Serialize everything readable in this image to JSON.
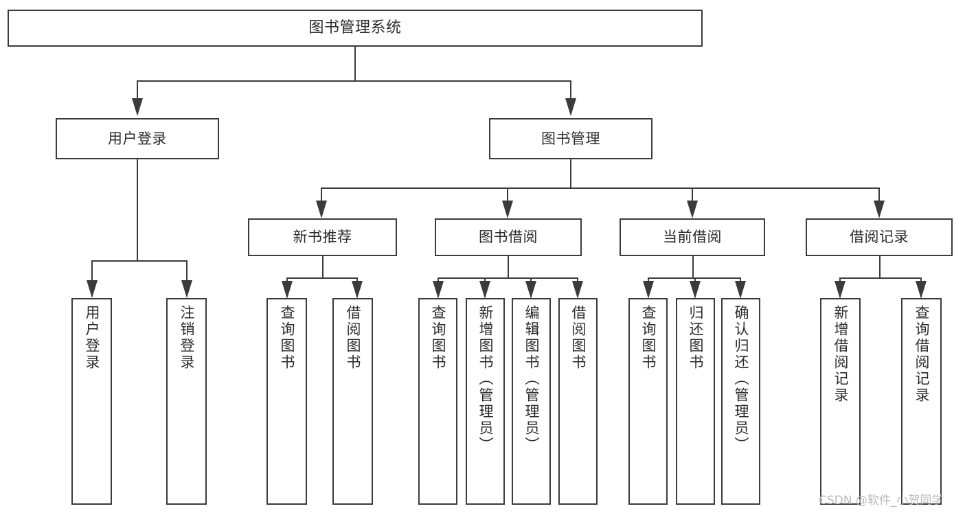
{
  "diagram": {
    "title": "图书管理系统",
    "type": "tree",
    "root": {
      "label": "图书管理系统"
    },
    "level1": [
      {
        "label": "用户登录"
      },
      {
        "label": "图书管理"
      }
    ],
    "level2": [
      {
        "label": "新书推荐"
      },
      {
        "label": "图书借阅"
      },
      {
        "label": "当前借阅"
      },
      {
        "label": "借阅记录"
      }
    ],
    "leaves": {
      "user_login": [
        {
          "label": "用户登录"
        },
        {
          "label": "注销登录"
        }
      ],
      "new_book_recommend": [
        {
          "label": "查询图书"
        },
        {
          "label": "借阅图书"
        }
      ],
      "book_borrow": [
        {
          "label": "查询图书"
        },
        {
          "label": "新增图书（管理员）"
        },
        {
          "label": "编辑图书（管理员）"
        },
        {
          "label": "借阅图书"
        }
      ],
      "current_borrow": [
        {
          "label": "查询图书"
        },
        {
          "label": "归还图书"
        },
        {
          "label": "确认归还（管理员）"
        }
      ],
      "borrow_records": [
        {
          "label": "新增借阅记录"
        },
        {
          "label": "查询借阅记录"
        }
      ]
    }
  },
  "watermark": {
    "text": "CSDN @软件_小贺同学"
  },
  "colors": {
    "stroke": "#3b3b3b",
    "text": "#2b2b2b",
    "background": "#ffffff",
    "watermark": "#b9b9b9"
  }
}
